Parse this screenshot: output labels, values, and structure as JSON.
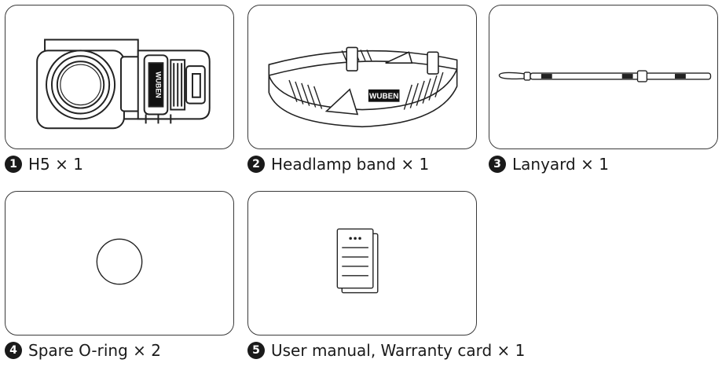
{
  "items": [
    {
      "number": "1",
      "label": "H5 × 1",
      "illustration": "headlamp-icon"
    },
    {
      "number": "2",
      "label": "Headlamp band × 1",
      "illustration": "headband-icon",
      "logo_text": "WUBEN"
    },
    {
      "number": "3",
      "label": "Lanyard × 1",
      "illustration": "lanyard-icon"
    },
    {
      "number": "4",
      "label": "Spare O-ring × 2",
      "illustration": "o-ring-icon"
    },
    {
      "number": "5",
      "label": "User manual, Warranty card × 1",
      "illustration": "document-icon"
    }
  ],
  "colors": {
    "border": "#3a3a3a",
    "text": "#1a1a1a",
    "badge": "#1a1a1a"
  }
}
